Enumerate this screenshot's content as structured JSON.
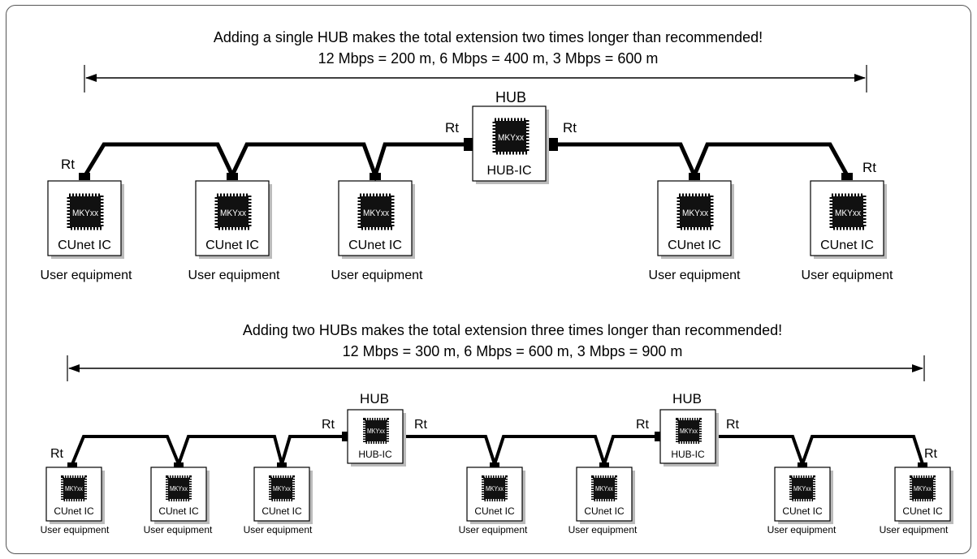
{
  "top": {
    "heading": "Adding a single HUB makes the total extension two times longer than recommended!",
    "rates": "12 Mbps = 200 m, 6 Mbps = 400 m, 3 Mbps = 600 m",
    "hub_label": "HUB",
    "hub_ic_label": "HUB-IC",
    "terminator_label": "Rt",
    "chip_marking": "MKYxx",
    "device_ic_label": "CUnet IC",
    "device_caption": "User equipment"
  },
  "bottom": {
    "heading": "Adding two HUBs makes the total extension three times longer than recommended!",
    "rates": "12 Mbps = 300 m, 6 Mbps = 600 m, 3 Mbps = 900 m",
    "hub_label": "HUB",
    "hub_ic_label": "HUB-IC",
    "terminator_label": "Rt",
    "chip_marking": "MKYxx",
    "device_ic_label": "CUnet IC",
    "device_caption": "User equipment"
  },
  "colors": {
    "line": "#000000",
    "chip": "#111111",
    "frame": "#555555",
    "box_shadow": "#bbbbbb"
  }
}
